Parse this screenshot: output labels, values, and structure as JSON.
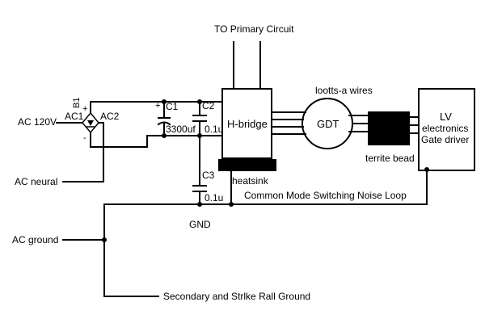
{
  "labels": {
    "to_primary": "TO Primary Circuit",
    "ac_120v": "AC 120V",
    "ac1": "AC1",
    "ac2": "AC2",
    "b1": "B1",
    "plus": "+",
    "minus": "-",
    "c1": "C1",
    "c1_value": "3300uf",
    "c2": "C2",
    "c2_value": "0.1u",
    "c3": "C3",
    "c3_value": "0.1u",
    "hbridge": "H-bridge",
    "heatsink": "heatsink",
    "lootts_wires": "lootts-a wires",
    "gdt": "GDT",
    "ferrite_bead": "territe bead",
    "lv_line1": "LV",
    "lv_line2": "electronics",
    "lv_line3": "Gate driver",
    "noise_loop": "Common Mode Switching Noise Loop",
    "gnd": "GND",
    "ac_neural": "AC neural",
    "ac_ground": "AC ground",
    "secondary_ground": "Secondary and Strlke Rall Ground"
  }
}
